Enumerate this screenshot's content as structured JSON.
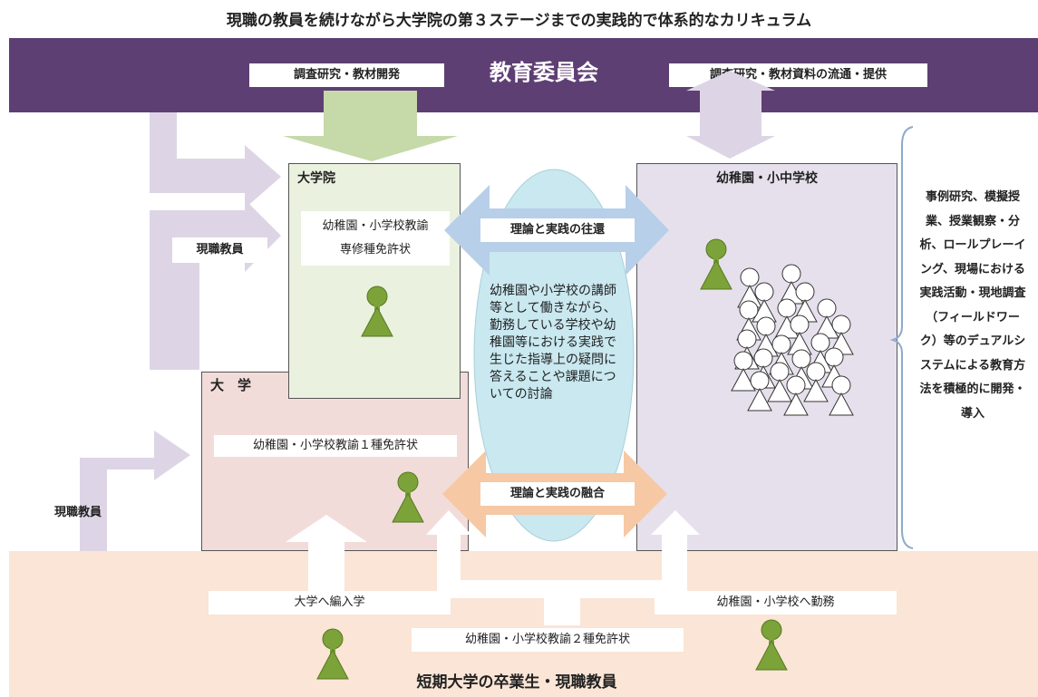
{
  "title": "現職の教員を続けながら大学院の第３ステージまでの実践的で体系的なカリキュラム",
  "board": {
    "name": "教育委員会",
    "left_tag": "調査研究・教材開発",
    "right_tag": "調査研究・教材資料の流通・提供"
  },
  "graduate_school": {
    "name": "大学院",
    "license_line1": "幼稚園・小学校教諭",
    "license_line2": "専修種免許状"
  },
  "university": {
    "name": "大　学",
    "license": "幼稚園・小学校教諭１種免許状"
  },
  "schools": {
    "name": "幼稚園・小中学校"
  },
  "current_teacher_label": "現職教員",
  "current_teacher_label_2": "現職教員",
  "theory_practice_round": "理論と実践の往還",
  "theory_practice_fusion": "理論と実践の融合",
  "discussion_text": "幼稚園や小学校の講師等として働きながら、勤務している学校や幼稚園等における実践で生じた指導上の疑問に答えることや課題についての討論",
  "side_note": "事例研究、模擬授業、授業観察・分析、ロールプレーイング、現場における実践活動・現地調査（フィールドワーク）等のデュアルシステムによる教育方法を積極的に開発・導入",
  "bottom": {
    "name": "短期大学の卒業生・現職教員",
    "transfer": "大学へ編入学",
    "employment": "幼稚園・小学校へ勤務",
    "license": "幼稚園・小学校教諭２種免許状"
  },
  "colors": {
    "board_purple": "#5e3f74",
    "pale_purple": "#ddd5e6",
    "grad_green": "#eaf1df",
    "univ_pink": "#f2dcda",
    "bottom_peach": "#fbe5d6",
    "school_lilac": "#e6e0ec",
    "arrow_blue": "#b7cfe8",
    "arrow_orange": "#f6c8a4",
    "ellipse_teal": "#c9e8f0",
    "person_green": "#7ca23a",
    "green_arrow": "#c5d9a9"
  }
}
